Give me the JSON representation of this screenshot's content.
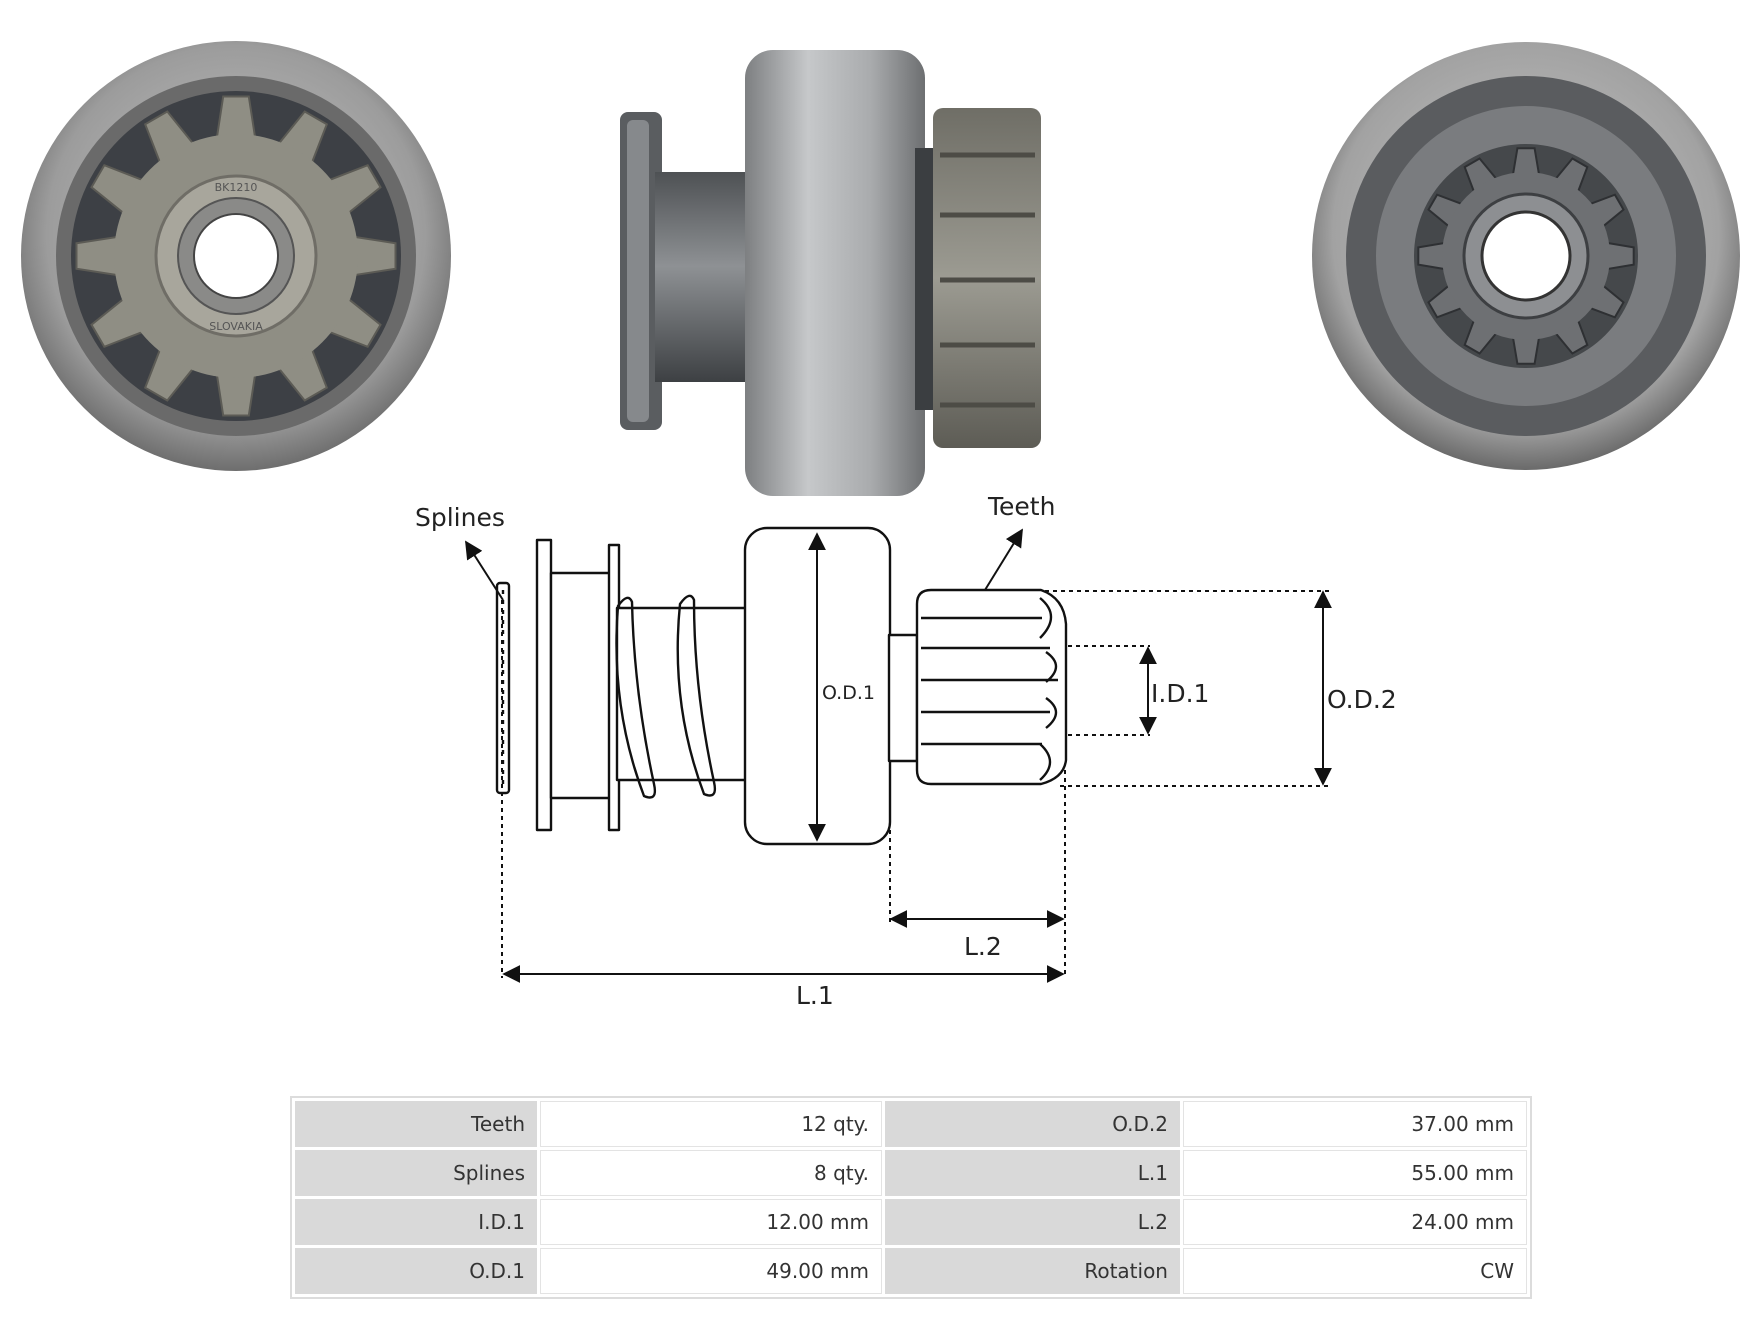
{
  "diagram": {
    "labels": {
      "splines": "Splines",
      "teeth": "Teeth",
      "od1": "O.D.1",
      "id1": "I.D.1",
      "od2": "O.D.2",
      "l2": "L.2",
      "l1": "L.1"
    }
  },
  "specs": {
    "rows": [
      {
        "k1": "Teeth",
        "v1": "12 qty.",
        "k2": "O.D.2",
        "v2": "37.00 mm"
      },
      {
        "k1": "Splines",
        "v1": "8 qty.",
        "k2": "L.1",
        "v2": "55.00 mm"
      },
      {
        "k1": "I.D.1",
        "v1": "12.00 mm",
        "k2": "L.2",
        "v2": "24.00 mm"
      },
      {
        "k1": "O.D.1",
        "v1": "49.00 mm",
        "k2": "Rotation",
        "v2": "CW"
      }
    ]
  },
  "photo_text": {
    "left_stamp_1": "BK1210",
    "left_stamp_2": "SLOVAKIA"
  },
  "colors": {
    "metal_light": "#b8b8b8",
    "metal_mid": "#8d8d8d",
    "metal_dark": "#4a4a4a",
    "gear": "#8f8e84"
  }
}
